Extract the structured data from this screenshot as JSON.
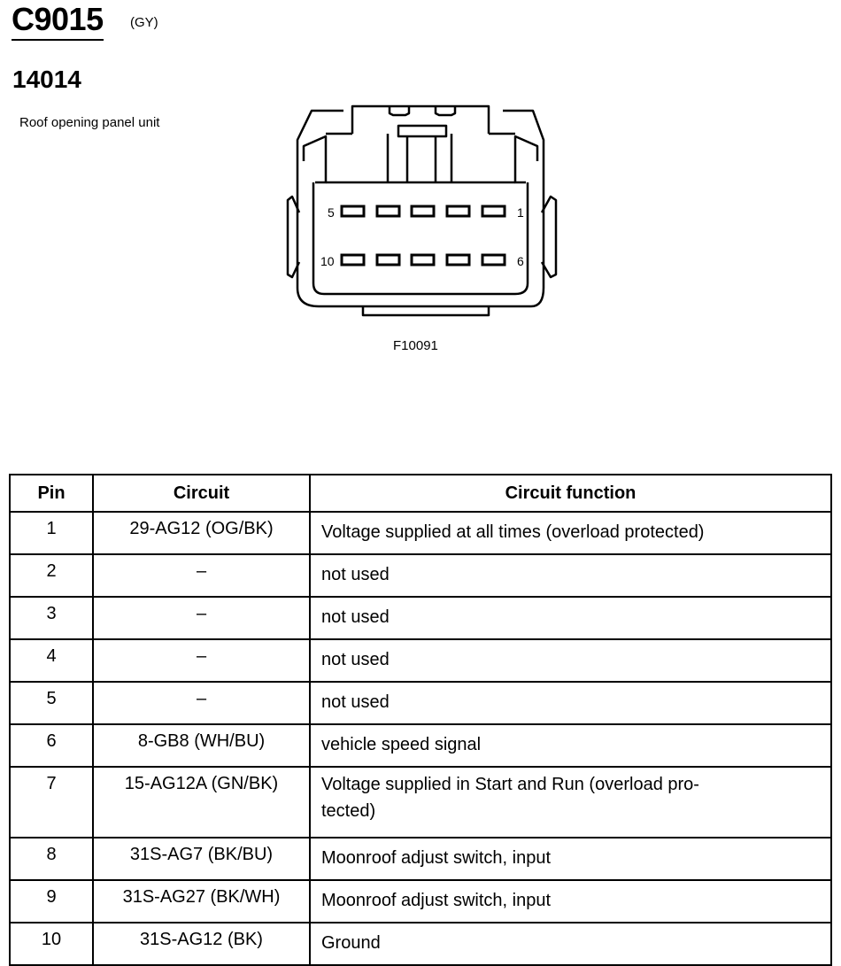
{
  "header": {
    "connector_id": "C9015",
    "color_code": "(GY)",
    "part_number": "14014",
    "component_name": "Roof opening panel unit"
  },
  "diagram": {
    "top_row_left_label": "5",
    "top_row_right_label": "1",
    "bottom_row_left_label": "10",
    "bottom_row_right_label": "6",
    "figure_code": "F10091"
  },
  "table": {
    "headers": [
      "Pin",
      "Circuit",
      "Circuit function"
    ],
    "rows": [
      {
        "pin": "1",
        "circuit": "29-AG12 (OG/BK)",
        "function": "Voltage supplied at all times (overload protected)"
      },
      {
        "pin": "2",
        "circuit": "–",
        "function": "not used"
      },
      {
        "pin": "3",
        "circuit": "–",
        "function": "not used"
      },
      {
        "pin": "4",
        "circuit": "–",
        "function": "not used"
      },
      {
        "pin": "5",
        "circuit": "–",
        "function": "not used"
      },
      {
        "pin": "6",
        "circuit": "8-GB8 (WH/BU)",
        "function": "vehicle speed signal"
      },
      {
        "pin": "7",
        "circuit": "15-AG12A (GN/BK)",
        "function": "Voltage supplied in Start and Run (overload pro-\ntected)"
      },
      {
        "pin": "8",
        "circuit": "31S-AG7 (BK/BU)",
        "function": "Moonroof adjust switch, input"
      },
      {
        "pin": "9",
        "circuit": "31S-AG27 (BK/WH)",
        "function": "Moonroof adjust switch, input"
      },
      {
        "pin": "10",
        "circuit": "31S-AG12 (BK)",
        "function": "Ground"
      }
    ]
  }
}
